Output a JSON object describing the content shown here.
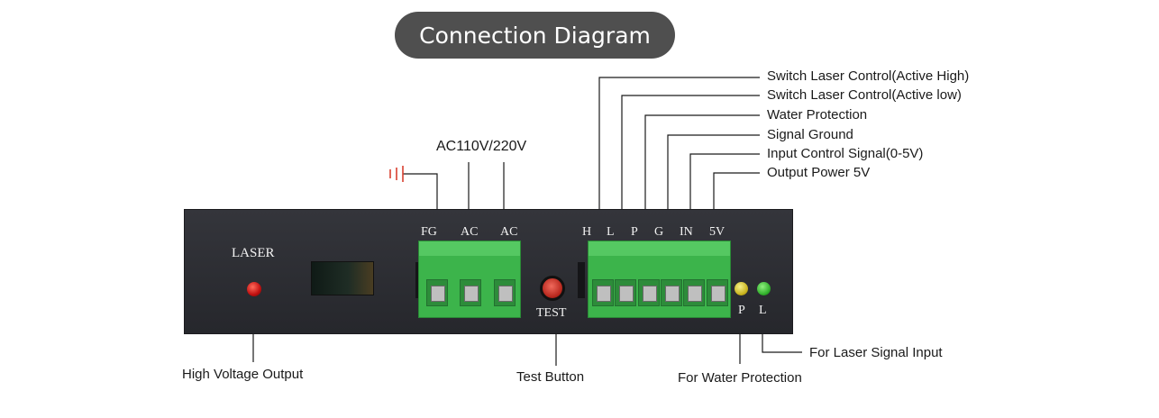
{
  "title": "Connection Diagram",
  "power_label": "AC110V/220V",
  "device": {
    "laser_label": "LASER",
    "power_terminals": [
      "FG",
      "AC",
      "AC"
    ],
    "test_label": "TEST",
    "signal_terminals": [
      "H",
      "L",
      "P",
      "G",
      "IN",
      "5V"
    ],
    "indicator_labels": [
      "P",
      "L"
    ]
  },
  "signal_labels": [
    "Switch Laser Control(Active High)",
    "Switch Laser Control(Active low)",
    "Water Protection",
    "Signal Ground",
    "Input Control Signal(0-5V)",
    "Output Power 5V"
  ],
  "bottom_labels": {
    "high_voltage": "High Voltage Output",
    "test_button": "Test Button",
    "water_protection": "For Water Protection",
    "laser_signal": "For Laser Signal Input"
  },
  "colors": {
    "terminal_green": "#3cb44b",
    "device_body": "#2e2f34",
    "title_background": "#4f4f4f",
    "ground_symbol": "#d9402f"
  }
}
